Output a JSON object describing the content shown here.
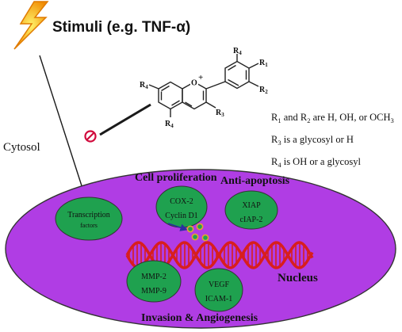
{
  "stimulus": {
    "label": "Stimuli (e.g. TNF-α)"
  },
  "cytosol": {
    "label": "Cytosol"
  },
  "nucleus": {
    "label": "Nucleus"
  },
  "structure": {
    "atoms": {
      "r1": "R",
      "r1_sub": "1",
      "r2": "R",
      "r2_sub": "2",
      "r3": "R",
      "r3_sub": "3",
      "r4_top": "R",
      "r4_top_sub": "4",
      "r4_left": "R",
      "r4_left_sub": "4",
      "r4_bottom": "R",
      "r4_bottom_sub": "4",
      "oxygen": "O",
      "charge": "+"
    }
  },
  "legend": {
    "line1": {
      "a": "R",
      "a_sub": "1",
      "b": " and R",
      "b_sub": "2",
      "c": " are H, OH, or OCH",
      "c_sub": "3"
    },
    "line2": {
      "a": "R",
      "a_sub": "3",
      "c": " is a glycosyl or H"
    },
    "line3": {
      "a": "R",
      "a_sub": "4",
      "c": " is OH or a glycosyl"
    }
  },
  "headings": {
    "cell_proliferation": "Cell proliferation",
    "anti_apoptosis": "Anti-apoptosis",
    "invasion": "Invasion & Angiogenesis"
  },
  "nodes": {
    "transcription": {
      "line1": "Transcription",
      "line2": "factors"
    },
    "cox2": {
      "line1": "COX-2",
      "line2": "Cyclin D1"
    },
    "xiap": {
      "line1": "XIAP",
      "line2": "cIAP-2"
    },
    "mmp": {
      "line1": "MMP-2",
      "line2": "MMP-9"
    },
    "vegf": {
      "line1": "VEGF",
      "line2": "ICAM-1"
    }
  },
  "colors": {
    "cell": "#b03de4",
    "node": "#1fa14f",
    "dna": "#d81e1e",
    "arrow": "#1a1a1a",
    "inhibit": "#d10a3c"
  }
}
